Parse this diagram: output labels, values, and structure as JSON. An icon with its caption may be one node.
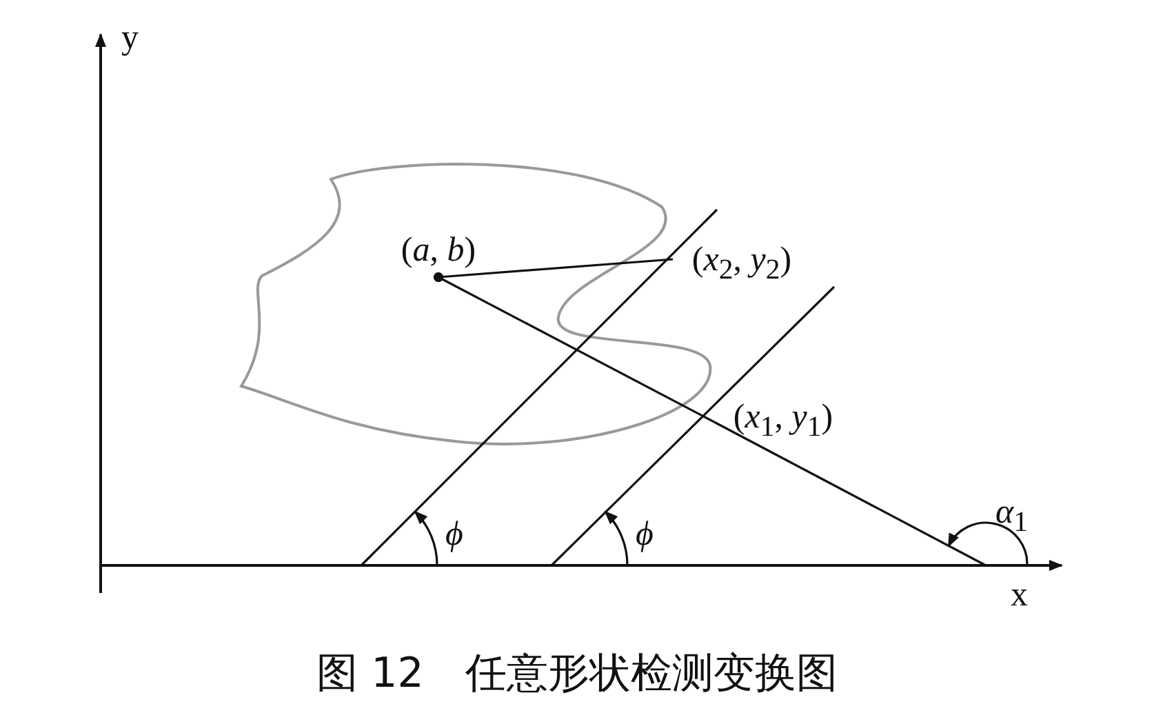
{
  "diagram": {
    "caption": "图 12　任意形状检测变换图",
    "nodes": [
      {
        "text": [
          "(*a*, *b*)"
        ]
      },
      {
        "text": [
          "(*x*$_{2}$, *y*$_{2}$)"
        ]
      },
      {
        "text": [
          "(*x*$_{1}$, *y*$_{1}$)"
        ]
      }
    ],
    "edges": [
      {
        "from": 0,
        "to": 1,
        "arrow": "other"
      },
      {
        "from": 0,
        "to": 2,
        "arrow": "other"
      }
    ],
    "labels": [
      "y",
      "x",
      "*ϕ*",
      "*ϕ*",
      "*α*$_{1}$"
    ]
  }
}
